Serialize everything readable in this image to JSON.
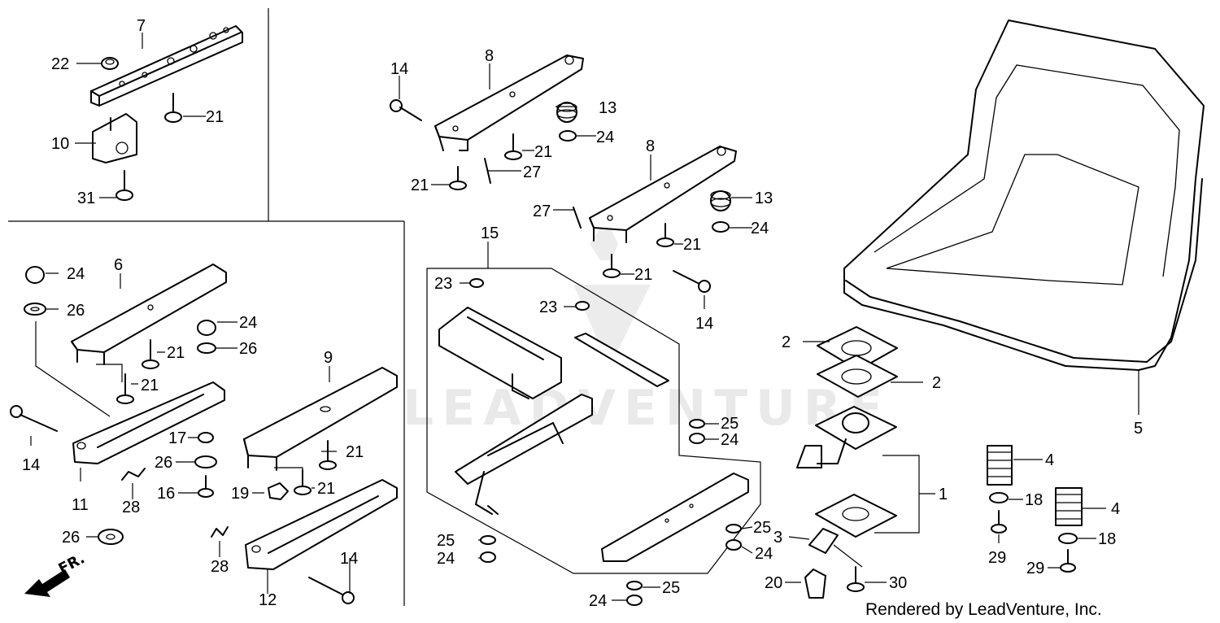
{
  "watermark": "LEADVENTURE",
  "footer": "Rendered by LeadVenture, Inc.",
  "direction_label": "FR.",
  "callouts": [
    "7",
    "22",
    "21",
    "10",
    "31",
    "14",
    "8",
    "13",
    "24",
    "21",
    "27",
    "21",
    "8",
    "27",
    "13",
    "24",
    "21",
    "21",
    "14",
    "15",
    "23",
    "23",
    "25",
    "24",
    "24",
    "6",
    "26",
    "24",
    "26",
    "21",
    "21",
    "9",
    "14",
    "11",
    "17",
    "26",
    "28",
    "21",
    "16",
    "19",
    "21",
    "28",
    "14",
    "12",
    "26",
    "25",
    "24",
    "25",
    "24",
    "25",
    "24",
    "2",
    "2",
    "1",
    "3",
    "20",
    "30",
    "5",
    "4",
    "18",
    "4",
    "18",
    "29",
    "29"
  ]
}
